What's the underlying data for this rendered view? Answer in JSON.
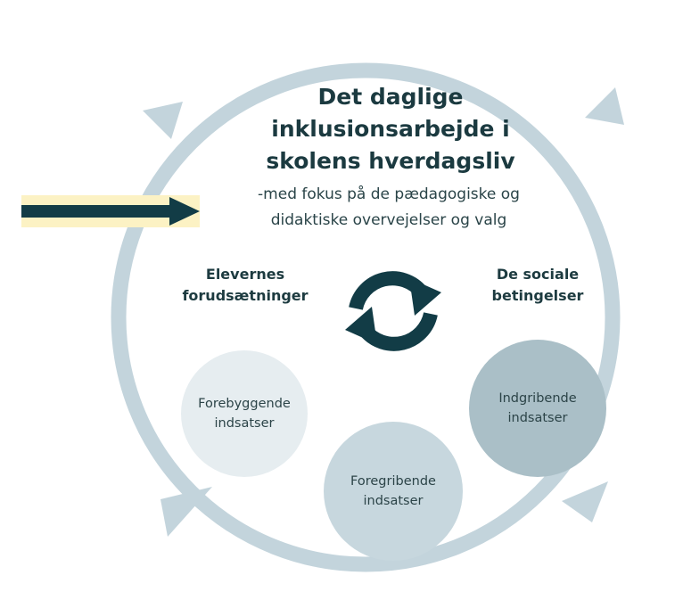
{
  "title_lines": [
    "Det daglige",
    "inklusionsarbejde i",
    "skolens hverdagsliv"
  ],
  "subtitle_lines": [
    "-med fokus på de pædagogiske og",
    "didaktiske overvejelser og valg"
  ],
  "left_label_lines": [
    "Elevernes",
    "forudsætninger"
  ],
  "right_label_lines": [
    "De sociale",
    "betingelser"
  ],
  "bubbles": [
    {
      "lines": [
        "Forebyggende",
        "indsatser"
      ],
      "color": "#e6edf0"
    },
    {
      "lines": [
        "Foregribende",
        "indsatser"
      ],
      "color": "#c7d7de"
    },
    {
      "lines": [
        "Indgribende",
        "indsatser"
      ],
      "color": "#aabfc7"
    }
  ],
  "colors": {
    "ring": "#c3d4dc",
    "dark_teal": "#123c46",
    "highlight": "#fcf2c4",
    "text": "#1d3b40"
  },
  "icons": [
    "cycle-arrows-icon",
    "pointer-arrow-icon"
  ]
}
